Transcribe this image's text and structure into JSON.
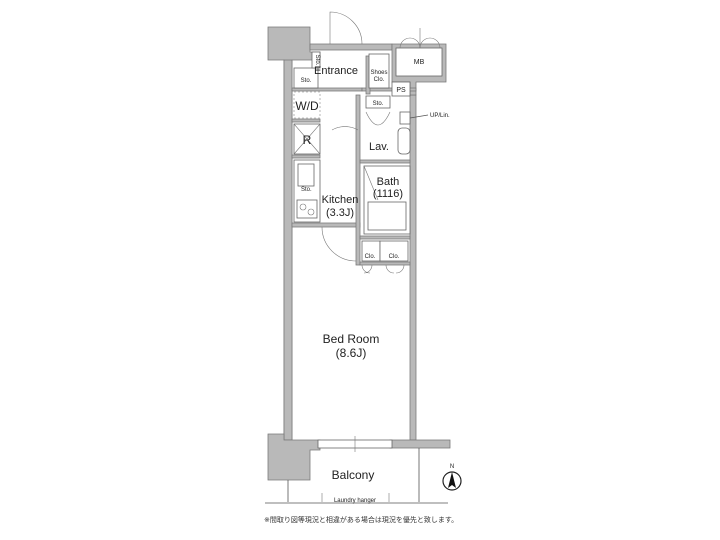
{
  "floorplan": {
    "rooms": {
      "entrance": "Entrance",
      "sto_entrance_left": "Sto.",
      "sto_entrance_vertical": "Sto.",
      "shoes_clo_1": "Shoes",
      "shoes_clo_2": "Clo.",
      "mb": "MB",
      "ps": "PS",
      "wd": "W/D",
      "sto_lav": "Sto.",
      "up_lin": "UP/Lin.",
      "refrigerator": "R",
      "lav": "Lav.",
      "sto_kitchen": "Sto.",
      "bath": "Bath",
      "bath_size": "(1116)",
      "kitchen": "Kitchen",
      "kitchen_size": "(3.3J)",
      "clo_1": "Clo.",
      "clo_2": "Clo.",
      "bedroom": "Bed Room",
      "bedroom_size": "(8.6J)",
      "balcony": "Balcony",
      "laundry_hanger": "Laundry hanger"
    },
    "compass": {
      "north_label": "N"
    },
    "footnote": "※間取り図等現況と相違がある場合は現況を優先と致します。"
  }
}
